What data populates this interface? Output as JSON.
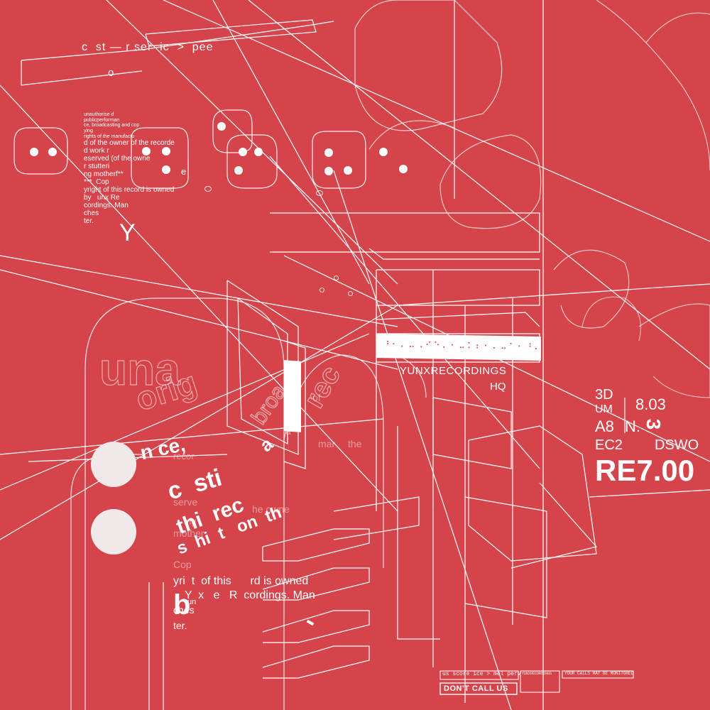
{
  "header": {
    "line": "c  st — r ser  ic  >  pee",
    "letter_o": "o"
  },
  "small_legal": [
    "unauthorise d",
    "publicperforman",
    "ce, broadcasting and cop",
    "ying",
    "rights of the manufactu",
    "d of the owner of the recorde",
    "d work r",
    "eserved (of the owne",
    "r stutteri",
    "ng motherf**",
    "***  Cop",
    "yright of this record is owned",
    "by   unx Re",
    "cordings. Man",
    "ches",
    "ter."
  ],
  "loose_letters": {
    "y_big": "Y",
    "y_small": "Y",
    "e": "e",
    "m": "m"
  },
  "hq_banner": {
    "name": "YUNXRECORDINGS",
    "sub": "HQ"
  },
  "catalog": {
    "row1_left": "3D",
    "row2_left": "UM",
    "row2_right": "8.03",
    "row3_left": "A8",
    "row3_mid": "N.",
    "row3_right": "3",
    "row4_left": "EC2",
    "row4_right": "DSWO",
    "price": "RE7.00"
  },
  "outline_words": {
    "una": "una",
    "orig": "orig",
    "broad": "broa",
    "rec": "rec"
  },
  "main_text": {
    "l1": "n ce,",
    "l2": "c  sti",
    "l3": "thi  rec",
    "l4": "s  hi  t   on  th",
    "l5": "b",
    "tilt_a": "a",
    "tilt_ng": "n",
    "faint_of": "of",
    "faint_ib": "ib",
    "faint_a": "a",
    "faint_mar": "mar",
    "faint_the": "the",
    "faint_recor": "recor",
    "faint_serve": "serve",
    "faint_owne": "he owne",
    "faint_ng": "ng",
    "faint_mother": "mother",
    "faint_cop": "Cop",
    "yright": "yri  t  of this      rd is owned",
    "yunx": "Y  x   e   R  cordings. Man",
    "chester1": "ches",
    "chester2": "ter.",
    "un": "un"
  },
  "footer": {
    "service": "us score ice > mel perv",
    "dont_call": "DON'T CALL US",
    "address": "YUNXRECORDINGS",
    "calls": "YOUR CALLS MAY BE MONITORED"
  },
  "colors": {
    "background": "#d5444b",
    "ink": "#ffffff",
    "dot": "#f1e9e9"
  }
}
